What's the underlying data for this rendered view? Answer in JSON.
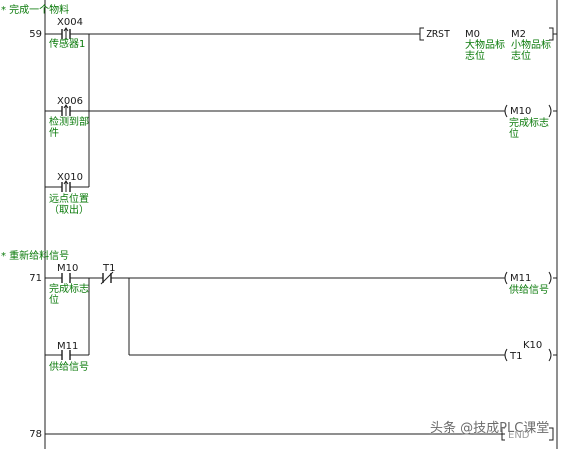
{
  "colors": {
    "line": "#1f1f1f",
    "comment": "#0a7a0a",
    "text": "#1a1a1a",
    "background": "#ffffff"
  },
  "sections": [
    {
      "comment": "* 完成一个物料"
    },
    {
      "comment": "* 重新给料信号"
    }
  ],
  "rungs": [
    {
      "step": "59",
      "contacts": [
        {
          "device": "X004",
          "comment": "传感器1",
          "type": "rising-edge"
        },
        {
          "device": "X006",
          "comment_lines": [
            "检测到部",
            "件"
          ],
          "type": "rising-edge"
        },
        {
          "device": "X010",
          "comment_lines": [
            "远点位置",
            "（取出）"
          ],
          "type": "rising-edge"
        }
      ],
      "zrst": {
        "instruction": "ZRST",
        "operand1": {
          "device": "M0",
          "comment_lines": [
            "大物品标",
            "志位"
          ]
        },
        "operand2": {
          "device": "M2",
          "comment_lines": [
            "小物品标",
            "志位"
          ]
        }
      },
      "coil": {
        "device": "M10",
        "comment_lines": [
          "完成标志",
          "位"
        ]
      }
    },
    {
      "step": "71",
      "contacts": [
        {
          "device": "M10",
          "comment_lines": [
            "完成标志",
            "位"
          ],
          "type": "no"
        },
        {
          "device": "T1",
          "type": "nc"
        },
        {
          "device": "M11",
          "comment": "供给信号",
          "type": "no"
        }
      ],
      "coil": {
        "device": "M11",
        "comment": "供给信号"
      },
      "timer": {
        "device": "T1",
        "preset": "K10"
      }
    },
    {
      "step": "78",
      "end_label": "END"
    }
  ],
  "watermark": "头条 @技成PLC课堂"
}
